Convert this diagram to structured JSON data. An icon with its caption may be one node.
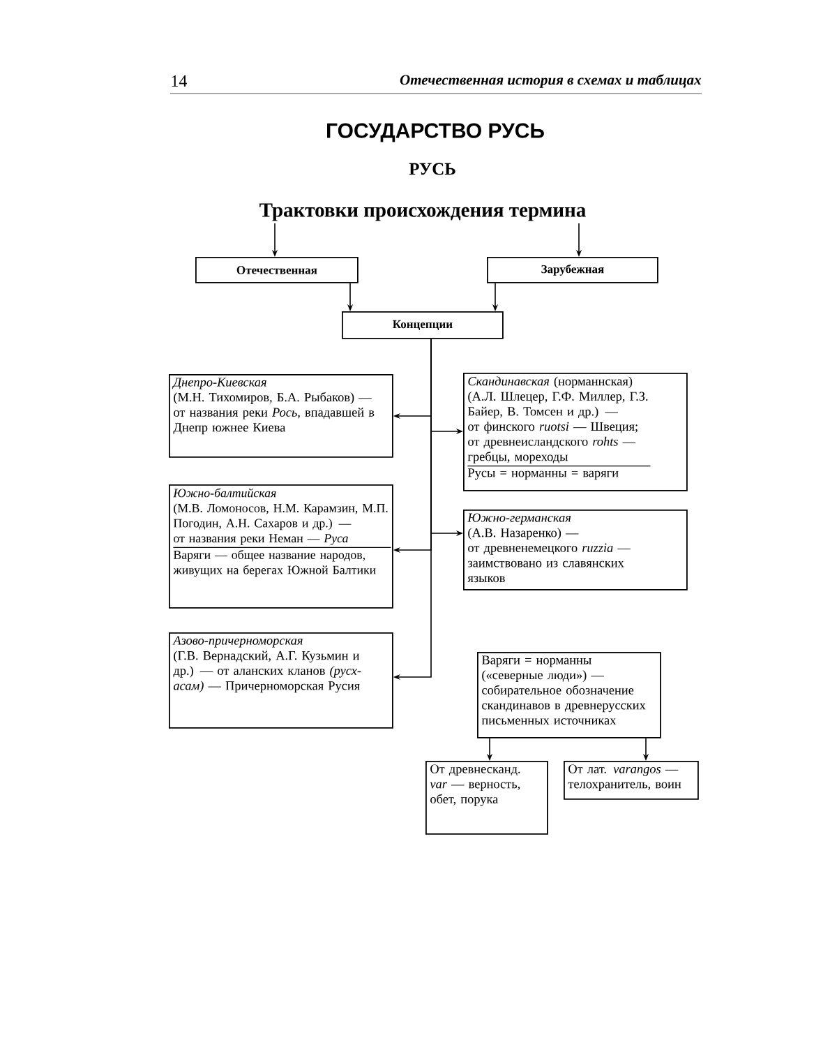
{
  "diagram": {
    "title": "ГОСУДАРСТВО РУСЬ",
    "nodes": [
      {
        "text": [
          "Трактовки происхождения термина"
        ]
      },
      {
        "text": [
          "Отечественная"
        ]
      },
      {
        "text": [
          "Зарубежная"
        ]
      },
      {
        "text": [
          "Концепции"
        ]
      },
      {
        "text": [
          "Днепро-Киевская",
          "(М.Н. Тихомиров, Б.А. Рыбаков) —",
          "от названия реки *Рось*, впадавшей в Днепр южнее Киева"
        ]
      },
      {
        "text": [
          "*Скандинавская* (норманнская)",
          "(А.Л. Шлецер, Г.Ф. Миллер, Г.З. Байер, В. Томсен и др.) —",
          "от финского *ruotsi* — Швеция; от древнеисландского *rohts* — гребцы, мореходы",
          "Русы = норманны = варяги"
        ]
      },
      {
        "text": [
          "Южно-балтийская",
          "(М.В. Ломоносов, Н.М. Карамзин, М.П. Погодин, А.Н. Сахаров и др.) —",
          "от названия реки Неман — *Руса*",
          "Варяги — общее название народов, живущих на берегах Южной Балтики"
        ]
      },
      {
        "text": [
          "Южно-германская",
          "(А.В. Назаренко) —",
          "от древненемецкого *ruzzia* — заимствовано из славянских языков"
        ]
      },
      {
        "text": [
          "Азово-причерноморская",
          "(Г.В. Вернадский, А.Г. Кузьмин и др.) — от аланских кланов *(русх-асам)* — Причерноморская Русия"
        ]
      },
      {
        "text": [
          "Варяги = норманны («северные люди») — собирательное обозначение скандинавов в древнерусских письменных источниках"
        ]
      },
      {
        "text": [
          "От древнесканд. *var* — верность, обет, порука"
        ]
      },
      {
        "text": [
          "От лат. *varangos* — телохранитель, воин"
        ]
      }
    ],
    "edges": [
      {
        "from": 0,
        "to": 1,
        "arrow": "to"
      },
      {
        "from": 0,
        "to": 2,
        "arrow": "to"
      },
      {
        "from": 1,
        "to": 3,
        "arrow": "to"
      },
      {
        "from": 2,
        "to": 3,
        "arrow": "to"
      },
      {
        "from": 3,
        "to": 4,
        "arrow": "to"
      },
      {
        "from": 3,
        "to": 5,
        "arrow": "to"
      },
      {
        "from": 3,
        "to": 6,
        "arrow": "to"
      },
      {
        "from": 3,
        "to": 7,
        "arrow": "to"
      },
      {
        "from": 3,
        "to": 8,
        "arrow": "to"
      },
      {
        "from": 9,
        "to": 10,
        "arrow": "to"
      },
      {
        "from": 9,
        "to": 11,
        "arrow": "to"
      }
    ],
    "labels": [
      "14",
      "Отечественная история в схемах и таблицах",
      "РУСЬ"
    ]
  }
}
